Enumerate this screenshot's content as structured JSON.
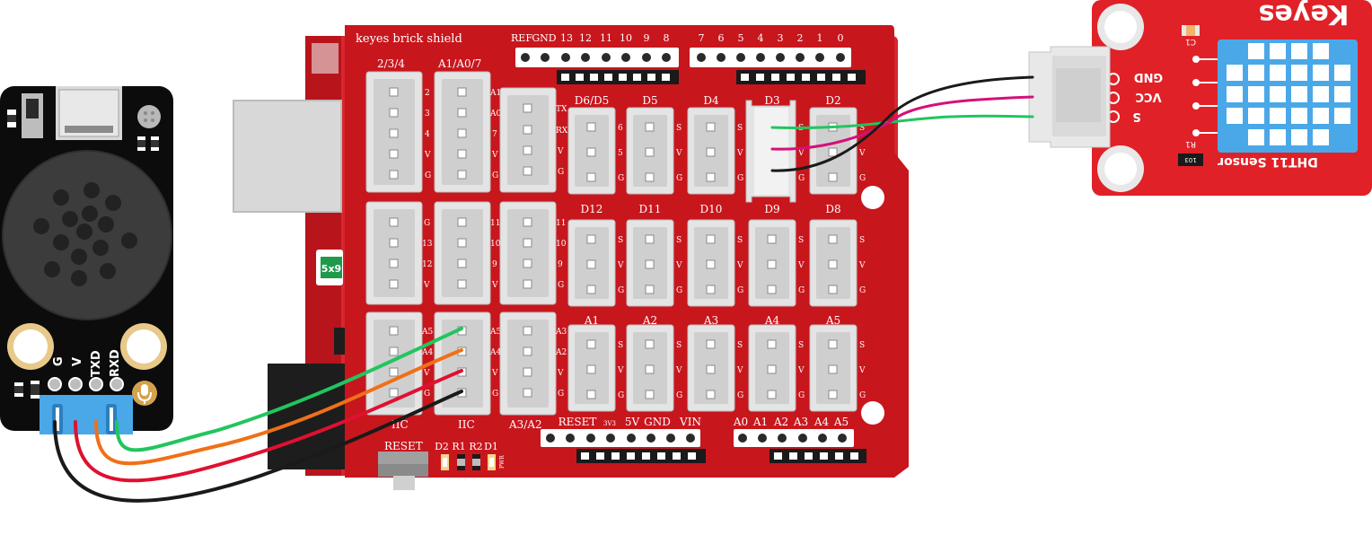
{
  "shield": {
    "title": "keyes brick shield",
    "top_header_left": [
      "REF",
      "GND",
      "13",
      "12",
      "11",
      "10",
      "9",
      "8"
    ],
    "top_header_right": [
      "7",
      "6",
      "5",
      "4",
      "3",
      "2",
      "1",
      "0"
    ],
    "col1_header": "2/3/4",
    "col2_header": "A1/A0/7",
    "ports_row1": [
      "D6/D5",
      "D5",
      "D4",
      "D3",
      "D2"
    ],
    "ports_row2": [
      "D12",
      "D11",
      "D10",
      "D9",
      "D8"
    ],
    "ports_row3": [
      "A1",
      "A2",
      "A3",
      "A4",
      "A5"
    ],
    "iic_left": "IIC",
    "iic_right": "IIC",
    "a3a2": "A3/A2",
    "power_labels": [
      "RESET",
      "5V",
      "GND",
      "VIN"
    ],
    "analog_labels": [
      "A0",
      "A1",
      "A2",
      "A3",
      "A4",
      "A5"
    ],
    "reset_button": "RESET",
    "leds": [
      "D2",
      "R1",
      "R2",
      "D1"
    ],
    "pwr": "PWR",
    "fuse": "5x9",
    "col1_pins": [
      "2",
      "3",
      "4",
      "V",
      "G"
    ],
    "col2_pins": [
      "A1",
      "A0",
      "7",
      "V",
      "G"
    ],
    "uart_pins": [
      "TX",
      "RX",
      "V",
      "G"
    ],
    "d6d5_pins": [
      "6",
      "5",
      "G"
    ],
    "svg_pins": [
      "S",
      "V",
      "G"
    ],
    "col1_row2_pins": [
      "G",
      "13",
      "12",
      "V"
    ],
    "col2_row2_pins": [
      "11",
      "10",
      "9",
      "V"
    ],
    "col3_row2_pins": [
      "11",
      "10",
      "9",
      "G"
    ],
    "iic_pins": [
      "A5",
      "A4",
      "V",
      "G"
    ],
    "a3a2_pins": [
      "A3",
      "A2",
      "V",
      "G"
    ]
  },
  "speaker_module": {
    "pins": [
      "G",
      "V",
      "TXD",
      "RXD"
    ]
  },
  "dht11_module": {
    "brand": "Keyes",
    "name": "DHT11 Sensor",
    "pins": [
      "GND",
      "VCC",
      "S"
    ],
    "c1": "C1",
    "r1": "R1",
    "resistor_code": "103"
  },
  "colors": {
    "board_red": "#c8161d",
    "module_red": "#e02127",
    "wire_green": "#22c55e",
    "wire_orange": "#f07018",
    "wire_red": "#e01030",
    "wire_black": "#1a1a1a",
    "wire_magenta": "#d4107a",
    "sensor_blue": "#4aa8e8"
  }
}
